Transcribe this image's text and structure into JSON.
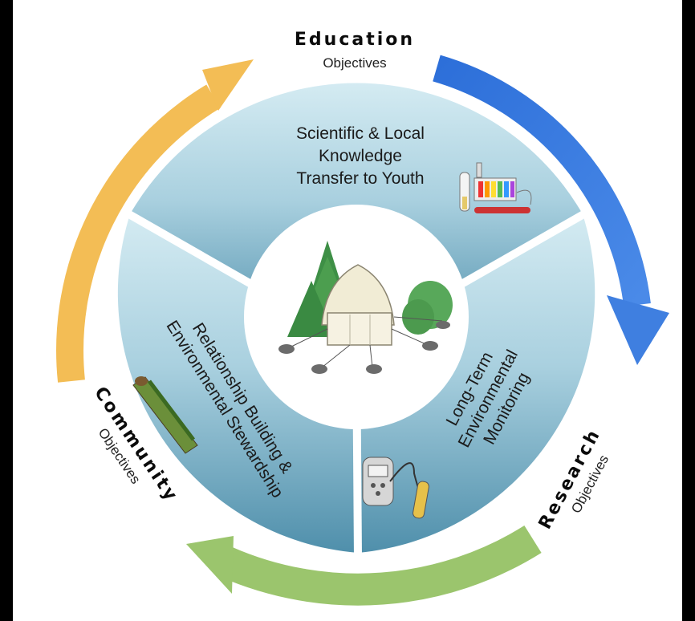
{
  "colors": {
    "education_arrow": "#3f7fe0",
    "community_arrow": "#f3bd55",
    "research_arrow": "#9bc56d",
    "segment_top": "#c9e4ee",
    "segment_bottom": "#4f8fab",
    "background": "#ffffff"
  },
  "objectives": {
    "education": {
      "title": "Education",
      "subtitle": "Objectives"
    },
    "research": {
      "title": "Research",
      "subtitle": "Objectives"
    },
    "community": {
      "title": "Community",
      "subtitle": "Objectives"
    }
  },
  "segments": {
    "top": [
      "Scientific & Local",
      "Knowledge",
      "Transfer to Youth"
    ],
    "right": [
      "Long-Term",
      "Environmental",
      "Monitoring"
    ],
    "left": [
      "Relationship Building &",
      "Environmental Stewardship"
    ]
  },
  "icons": {
    "center": "tent-with-trees-icon",
    "top": "test-kit-icon",
    "right": "water-meter-probe-icon",
    "left": "moss-log-icon"
  }
}
